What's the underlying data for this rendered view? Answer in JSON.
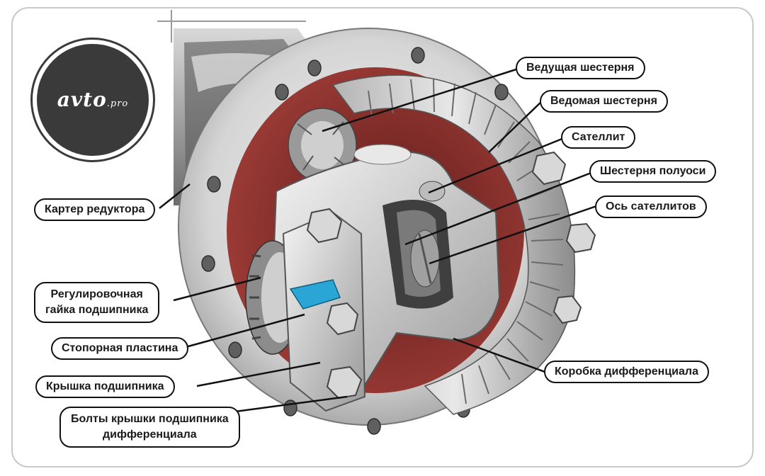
{
  "logo": {
    "main": "avto",
    "sub": ".pro"
  },
  "labels": {
    "drive_gear": "Ведущая шестерня",
    "driven_gear": "Ведомая шестерня",
    "satellite": "Сателлит",
    "axle_gear": "Шестерня полуоси",
    "satellite_axis": "Ось сателлитов",
    "reducer_housing": "Картер редуктора",
    "bearing_nut_line1": "Регулировочная",
    "bearing_nut_line2": "гайка подшипника",
    "lock_plate": "Стопорная пластина",
    "bearing_cap": "Крышка подшипника",
    "cap_bolts_line1": "Болты крышки подшипника",
    "cap_bolts_line2": "дифференциала",
    "diff_case": "Коробка дифференциала"
  },
  "colors": {
    "label_border": "#111111",
    "metal": "#c8c8c8",
    "red_interior": "#8a2d2a",
    "lock_plate": "#2aa6d6"
  }
}
